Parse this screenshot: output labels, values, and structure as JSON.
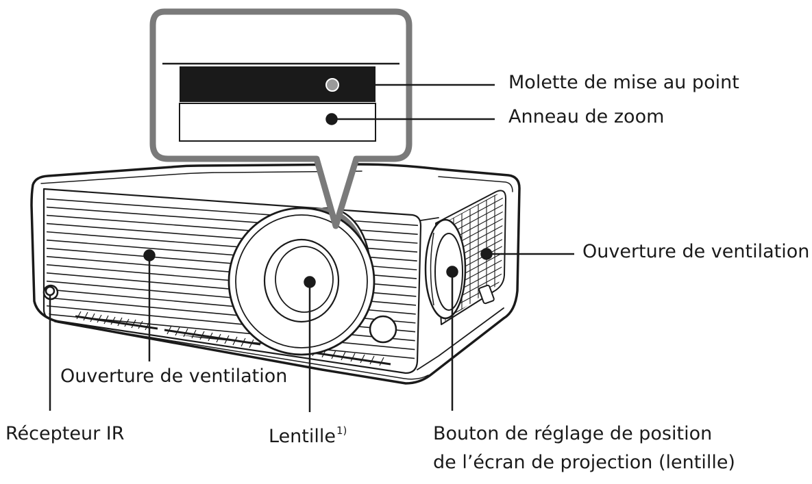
{
  "labels": {
    "focus_ring": "Molette de mise au point",
    "zoom_ring": "Anneau de zoom",
    "vent_side": "Ouverture de ventilation",
    "vent_front": "Ouverture de ventilation",
    "ir_receiver": "Récepteur IR",
    "lens": "Lentille",
    "lens_footnote": "1)",
    "lens_shift_line1": "Bouton de réglage de position",
    "lens_shift_line2": "de l’écran de projection (lentille)"
  },
  "colors": {
    "stroke": "#1a1a1a",
    "callout": "#7a7a7a",
    "background": "#ffffff"
  }
}
